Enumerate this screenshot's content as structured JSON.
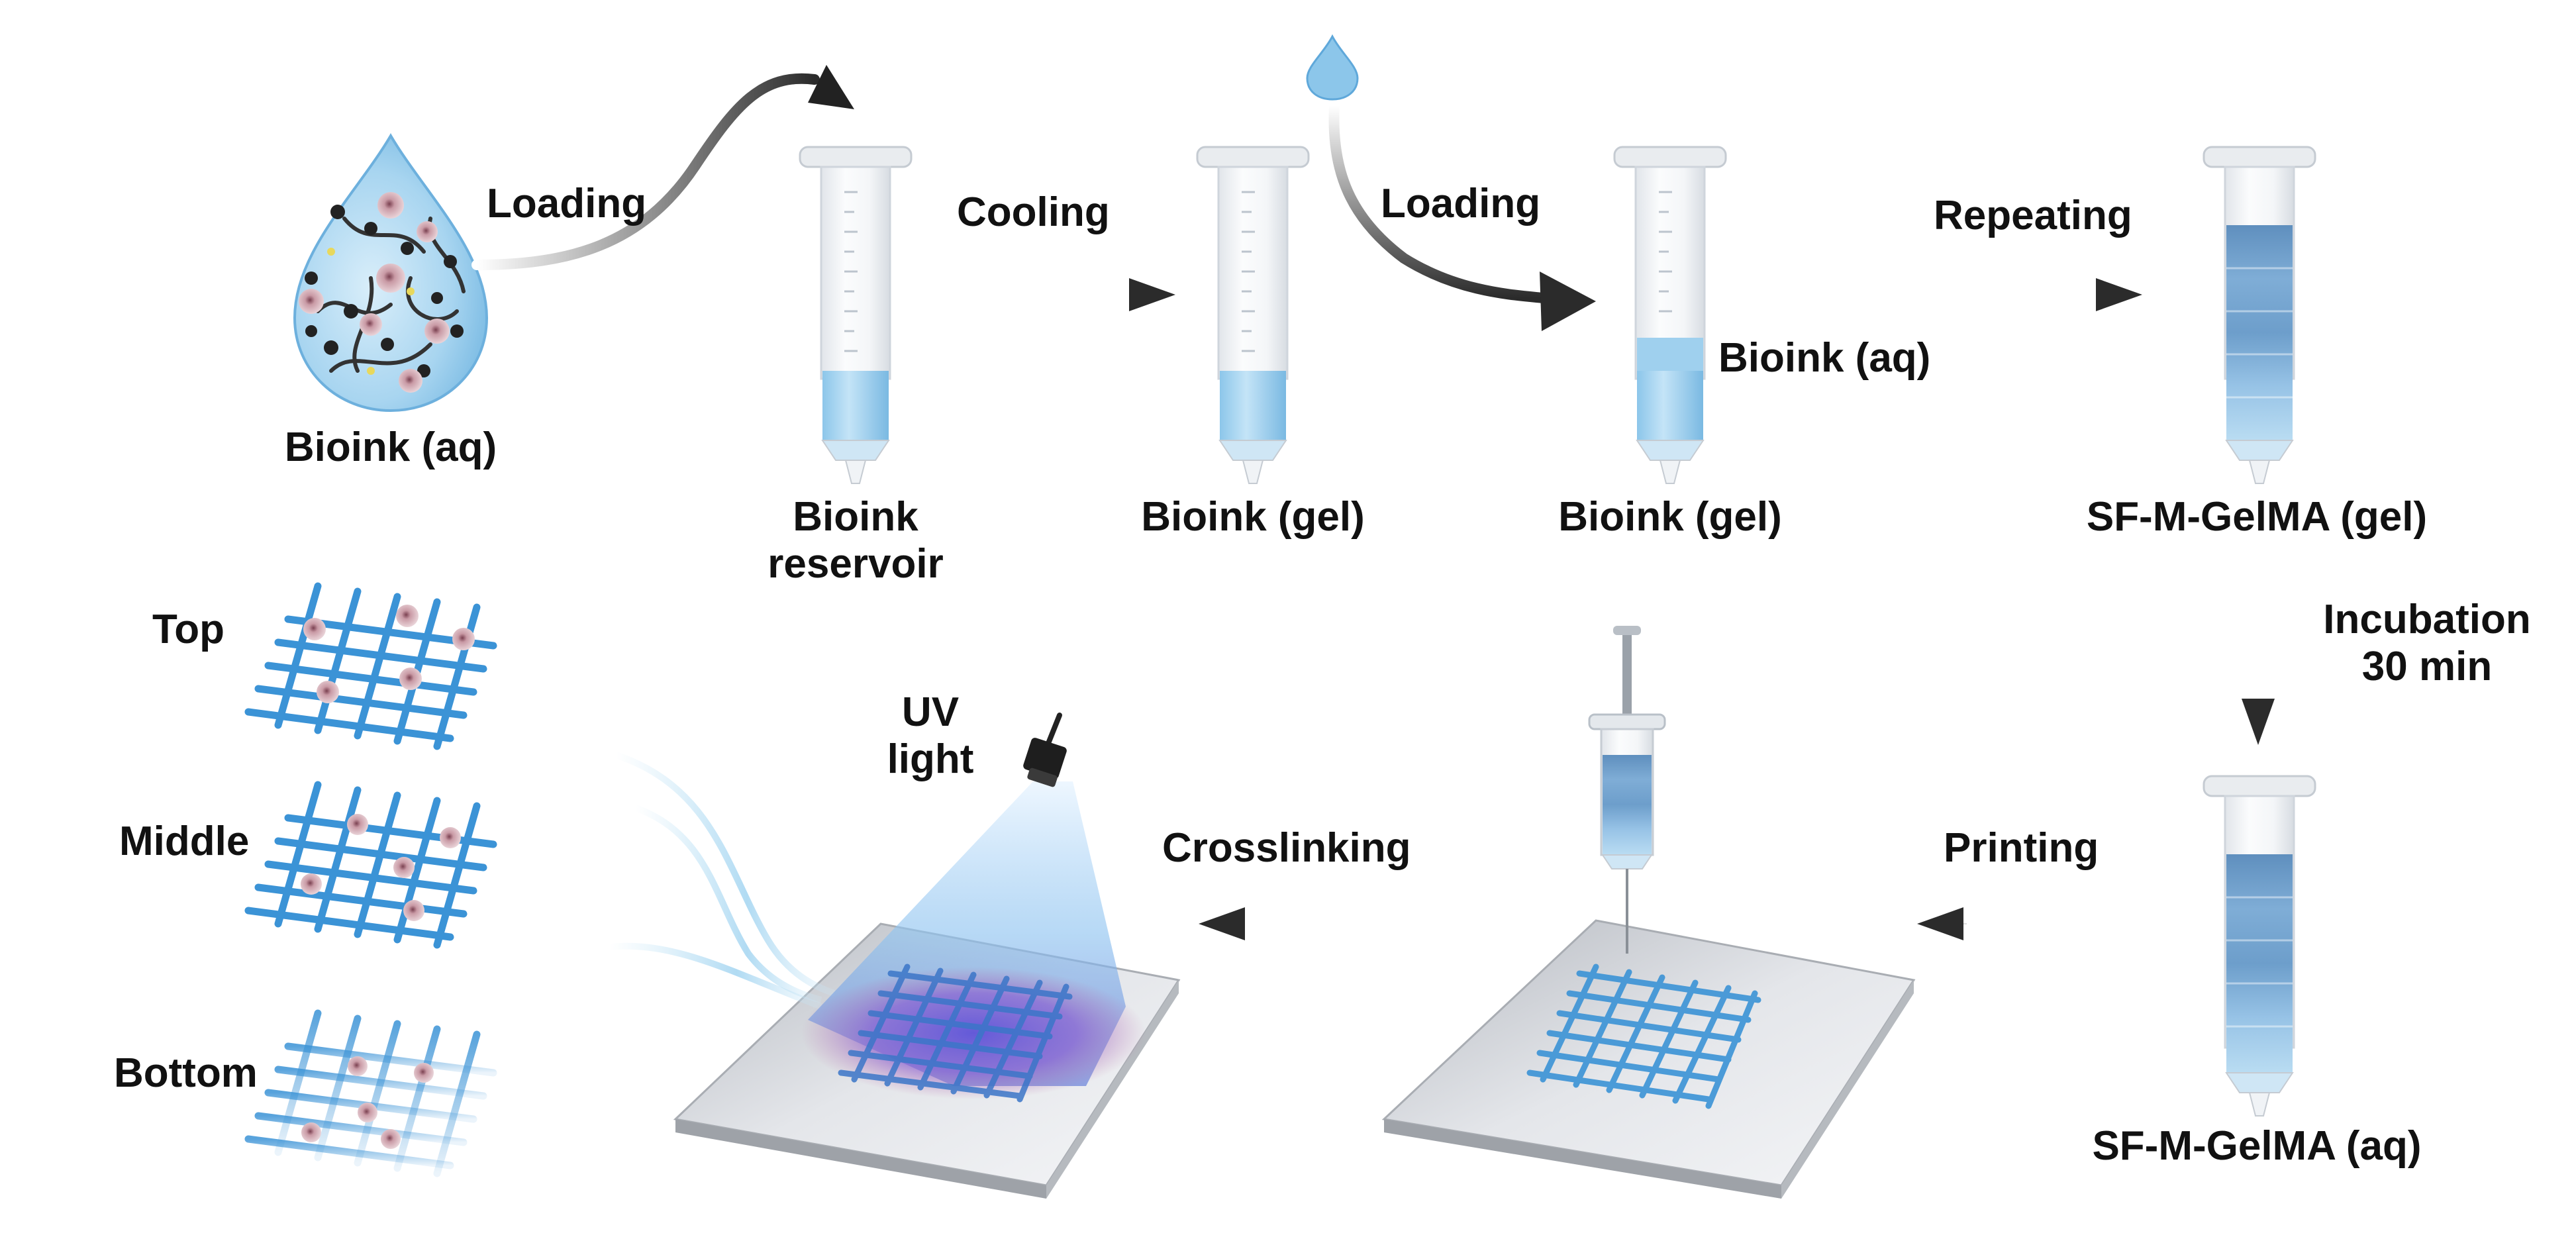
{
  "colors": {
    "liquid": "#9fd0ee",
    "gel_dark": "#6c9cc7",
    "gel_mid": "#8ab8dc",
    "gel_light": "#b7d9ef",
    "barrel": "#f3f5f7",
    "arrow": "#333333",
    "mesh": "#3b93d6",
    "cell": "#b98b96",
    "uv": "#7a5fc4",
    "plate": "#c9cdd3"
  },
  "labels": {
    "droplet": "Bioink (aq)",
    "loading1": "Loading",
    "cooling": "Cooling",
    "loading2": "Loading",
    "repeating": "Repeating",
    "bioink_aq_inline": "Bioink (aq)",
    "syringe1": "Bioink\nreservoir",
    "syringe2": "Bioink (gel)",
    "syringe3": "Bioink (gel)",
    "syringe4": "SF-M-GelMA (gel)",
    "incubation": "Incubation\n30 min",
    "syringe5": "SF-M-GelMA (aq)",
    "printing": "Printing",
    "crosslinking": "Crosslinking",
    "uv": "UV\nlight",
    "layer_top": "Top",
    "layer_middle": "Middle",
    "layer_bottom": "Bottom"
  },
  "icons": {
    "droplet": "bioink-droplet-icon",
    "syringe": "syringe-icon",
    "uv_lamp": "uv-lamp-icon",
    "printhead": "printer-syringe-icon",
    "scaffold": "mesh-scaffold-icon"
  }
}
